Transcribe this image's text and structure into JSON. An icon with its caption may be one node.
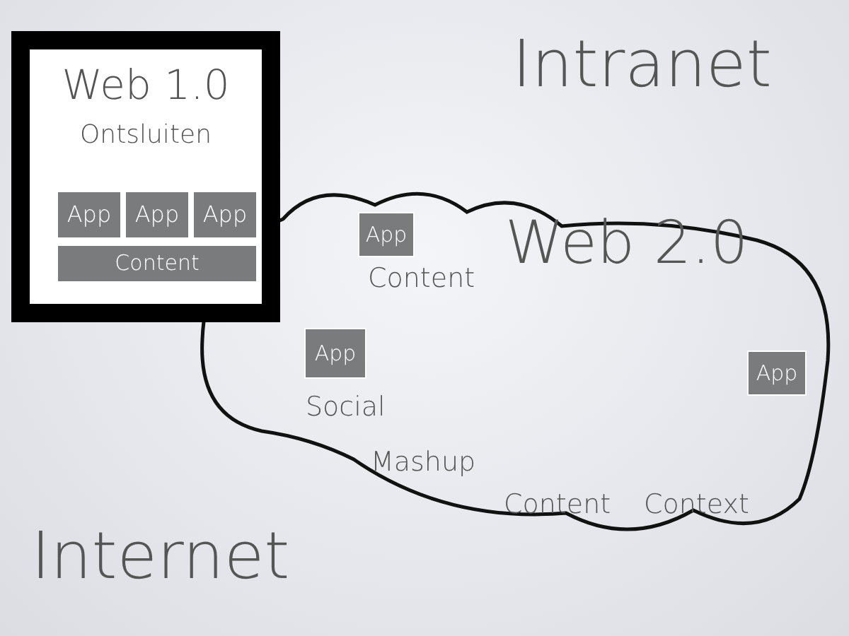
{
  "diagram": {
    "nodes": [
      {
        "text": [
          "Web 1.0",
          "Ontsluiten"
        ]
      },
      {
        "text": [
          "App"
        ],
        "in": 0
      },
      {
        "text": [
          "App"
        ],
        "in": 0
      },
      {
        "text": [
          "App"
        ],
        "in": 0
      },
      {
        "text": [
          "Content"
        ],
        "in": 0
      },
      {
        "text": [
          "Web 2.0"
        ]
      },
      {
        "text": [
          "App"
        ],
        "in": 5
      },
      {
        "text": [
          "App"
        ],
        "in": 5
      },
      {
        "text": [
          "App"
        ],
        "in": 5
      }
    ],
    "edges": [],
    "labels": [
      "Intranet",
      "Content",
      "Social",
      "Mashup",
      "Content",
      "Context",
      "Internet"
    ]
  }
}
